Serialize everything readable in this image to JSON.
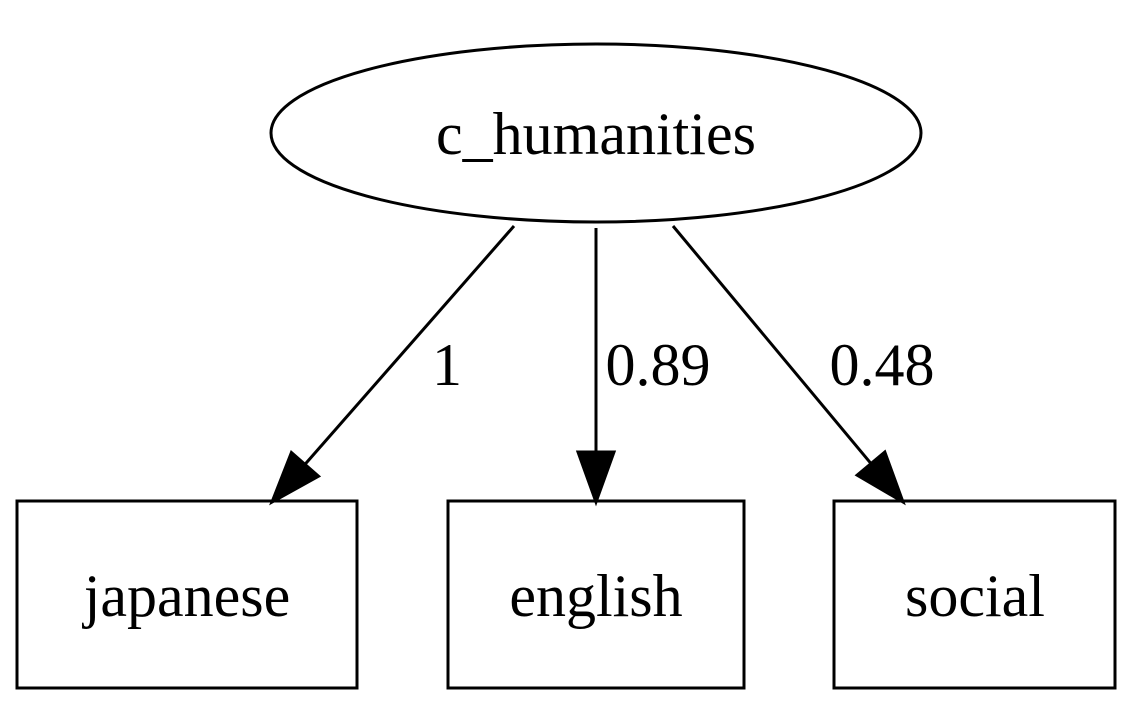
{
  "latent": {
    "label": "c_humanities"
  },
  "observed": [
    {
      "id": "japanese",
      "label": "japanese"
    },
    {
      "id": "english",
      "label": "english"
    },
    {
      "id": "social",
      "label": "social"
    }
  ],
  "edges": [
    {
      "from": "c_humanities",
      "to": "japanese",
      "label": "1"
    },
    {
      "from": "c_humanities",
      "to": "english",
      "label": "0.89"
    },
    {
      "from": "c_humanities",
      "to": "social",
      "label": "0.48"
    }
  ],
  "colors": {
    "stroke": "#000000",
    "fill": "#ffffff"
  }
}
